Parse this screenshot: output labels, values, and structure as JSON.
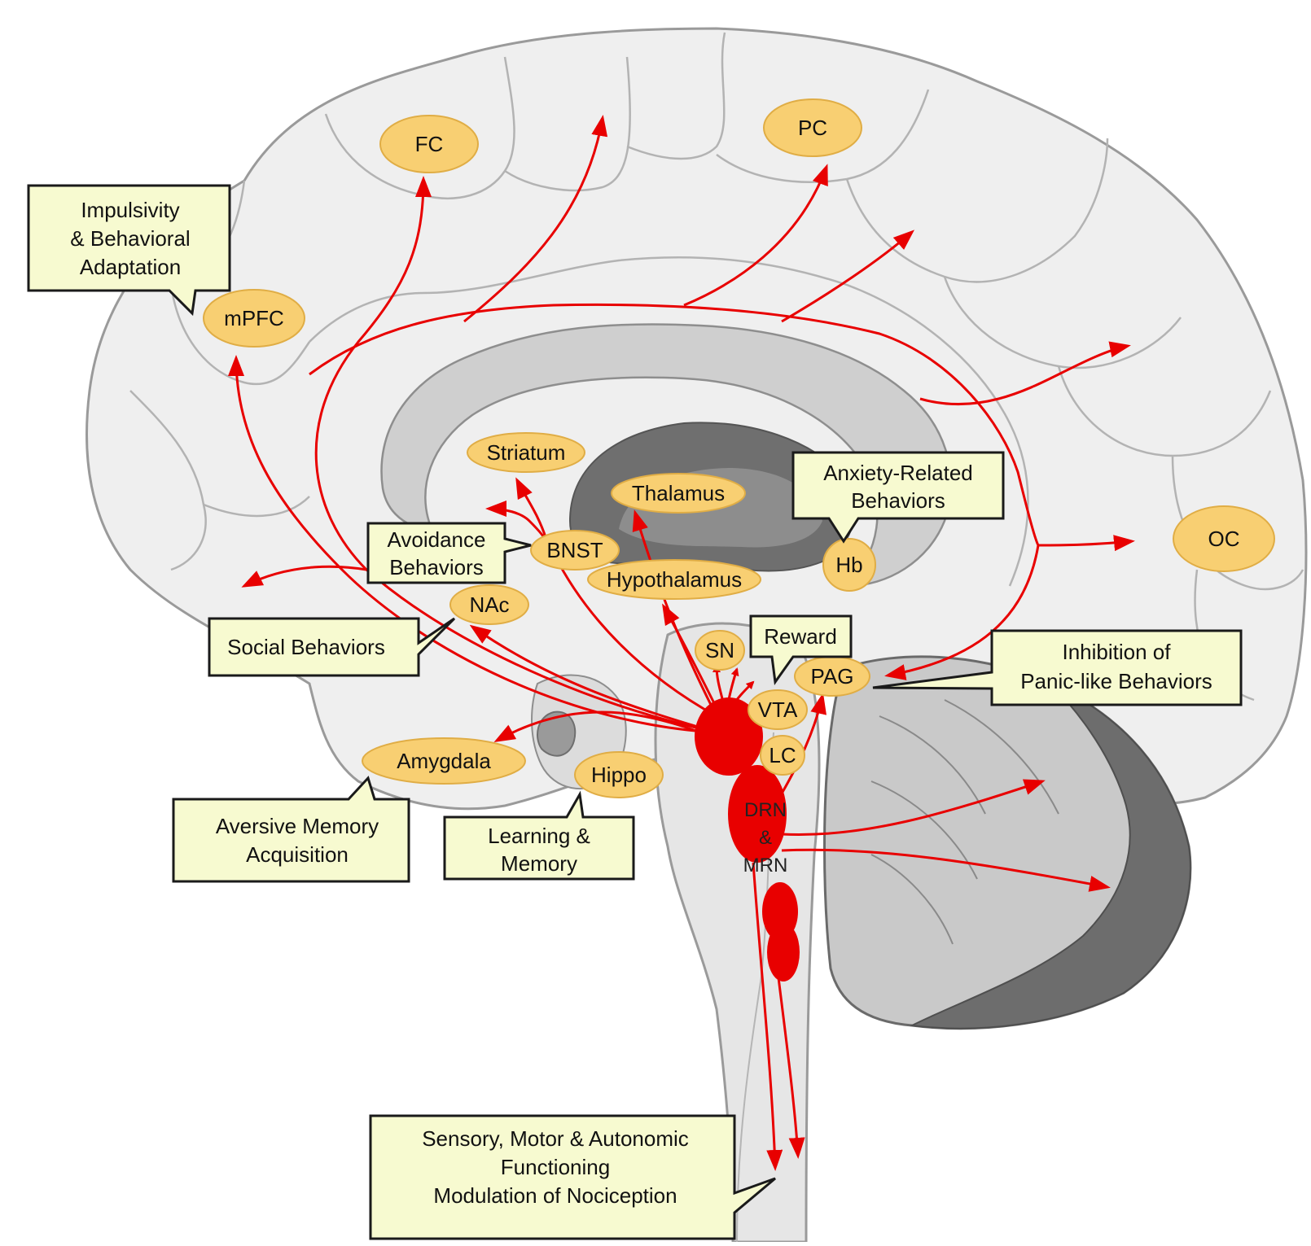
{
  "colors": {
    "projection": "#e80000",
    "region_fill": "#f8cf72",
    "region_stroke": "#e0ad45",
    "callout_fill": "#f7fad0",
    "callout_stroke": "#1a1a1a",
    "brain_fill": "#efefef",
    "brain_stroke": "#9a9a9a"
  },
  "regions": {
    "fc": "FC",
    "pc": "PC",
    "mpfc": "mPFC",
    "striatum": "Striatum",
    "thalamus": "Thalamus",
    "bnst": "BNST",
    "hypothalamus": "Hypothalamus",
    "hb": "Hb",
    "oc": "OC",
    "nac": "NAc",
    "sn": "SN",
    "vta": "VTA",
    "pag": "PAG",
    "lc": "LC",
    "amygdala": "Amygdala",
    "hippo": "Hippo"
  },
  "nuclei": {
    "line1": "DRN",
    "line2": "&",
    "line3": "MRN"
  },
  "callouts": {
    "impulsivity": [
      "Impulsivity",
      "& Behavioral",
      "Adaptation"
    ],
    "anxiety": [
      "Anxiety-Related",
      "Behaviors"
    ],
    "avoidance": [
      "Avoidance",
      "Behaviors"
    ],
    "social": [
      "Social Behaviors"
    ],
    "reward": [
      "Reward"
    ],
    "panic": [
      "Inhibition of",
      "Panic-like Behaviors"
    ],
    "aversive": [
      "Aversive Memory",
      "Acquisition"
    ],
    "learning": [
      "Learning &",
      "Memory"
    ],
    "sensory": [
      "Sensory, Motor & Autonomic",
      "Functioning",
      "Modulation of  Nociception"
    ]
  }
}
